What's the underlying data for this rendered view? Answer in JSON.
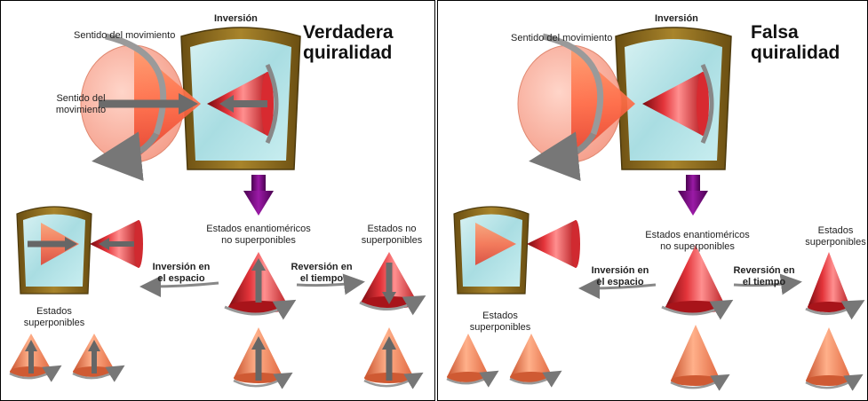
{
  "left": {
    "title_line1": "Verdadera",
    "title_line2": "quiralidad",
    "inversion": "Inversión",
    "sentido_top": "Sentido del movimiento",
    "sentido_side_1": "Sentido del",
    "sentido_side_2": "movimiento",
    "enantio_1": "Estados enantioméricos",
    "enantio_2": "no superponibles",
    "no_sup_1": "Estados no",
    "no_sup_2": "superponibles",
    "inv_espacio_1": "Inversión en",
    "inv_espacio_2": "el espacio",
    "rev_tiempo_1": "Reversión en",
    "rev_tiempo_2": "el tiempo",
    "sup_1": "Estados",
    "sup_2": "superponibles"
  },
  "right": {
    "title_line1": "Falsa",
    "title_line2": "quiralidad",
    "inversion": "Inversión",
    "sentido_top": "Sentido del movimiento",
    "enantio_1": "Estados enantioméricos",
    "enantio_2": "no superponibles",
    "estados_1": "Estados",
    "estados_2": "superponibles",
    "inv_espacio_1": "Inversión en",
    "inv_espacio_2": "el espacio",
    "rev_tiempo_1": "Reversión en",
    "rev_tiempo_2": "el tiempo",
    "sup_1": "Estados",
    "sup_2": "superponibles"
  }
}
